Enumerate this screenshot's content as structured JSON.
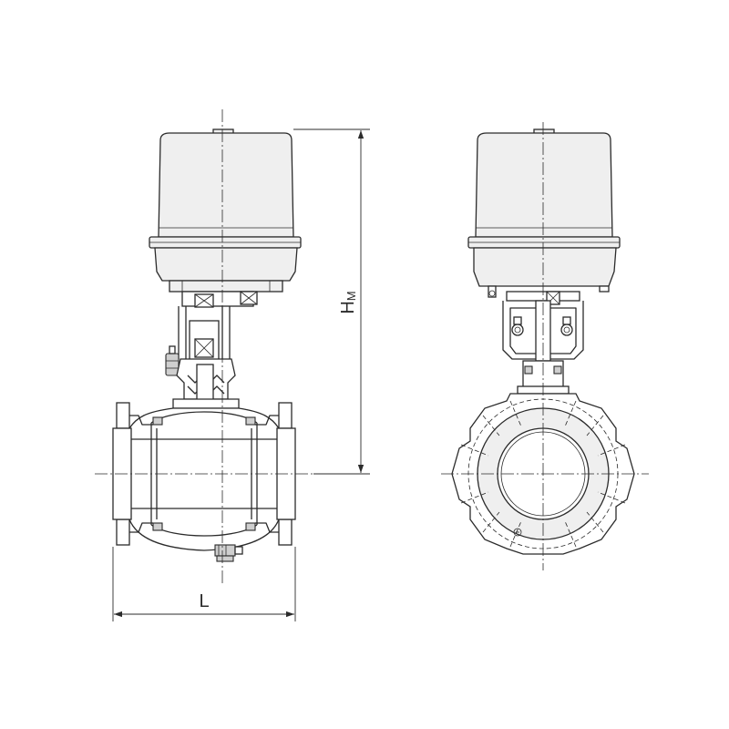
{
  "labels": {
    "length": "L",
    "height_main": "H",
    "height_sub": "M"
  }
}
